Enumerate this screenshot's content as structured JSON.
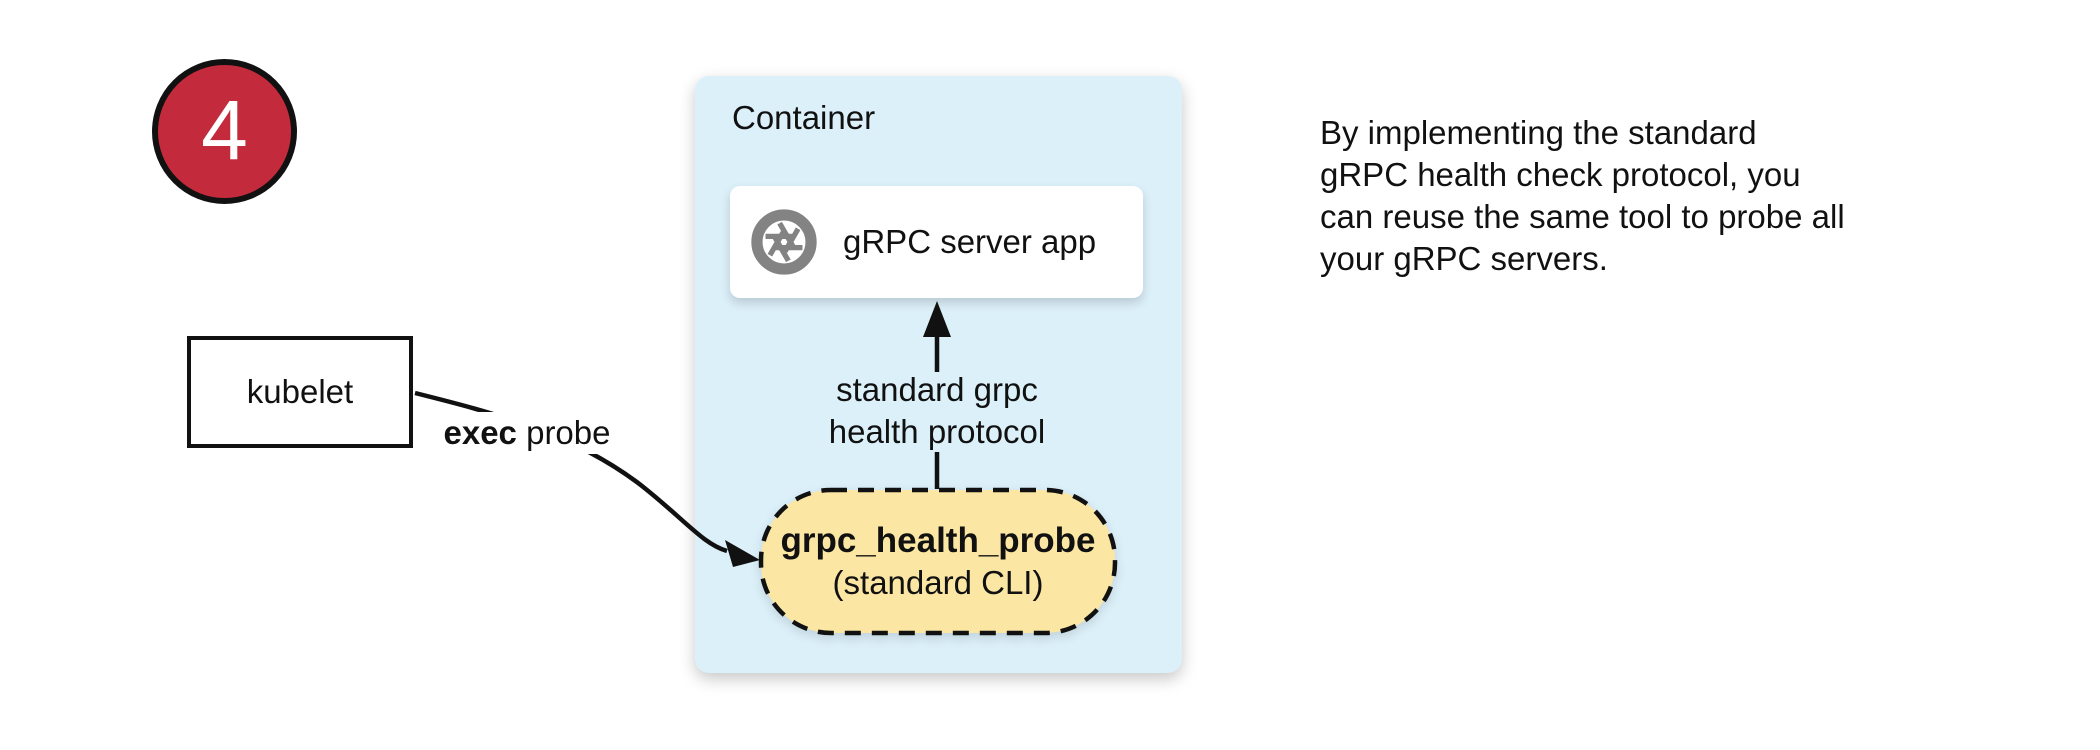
{
  "colors": {
    "badge-red": "#C32B3C",
    "container-blue": "#DCF0FA",
    "probe-yellow": "#FBE6A3",
    "stroke-black": "#111111",
    "icon-gray": "#838383"
  },
  "badge": {
    "number": "4"
  },
  "kubelet": {
    "label": "kubelet"
  },
  "edge": {
    "exec_bold": "exec",
    "exec_rest": "probe"
  },
  "container": {
    "title": "Container",
    "server_app": {
      "label": "gRPC server app",
      "icon": "aperture-icon"
    },
    "protocol": {
      "line1": "standard grpc",
      "line2": "health protocol"
    },
    "probe": {
      "title": "grpc_health_probe",
      "subtitle": "(standard CLI)"
    }
  },
  "note": {
    "lines": [
      "By implementing the standard",
      "gRPC health check protocol, you",
      "can reuse the same tool to probe all",
      "your gRPC servers."
    ]
  }
}
